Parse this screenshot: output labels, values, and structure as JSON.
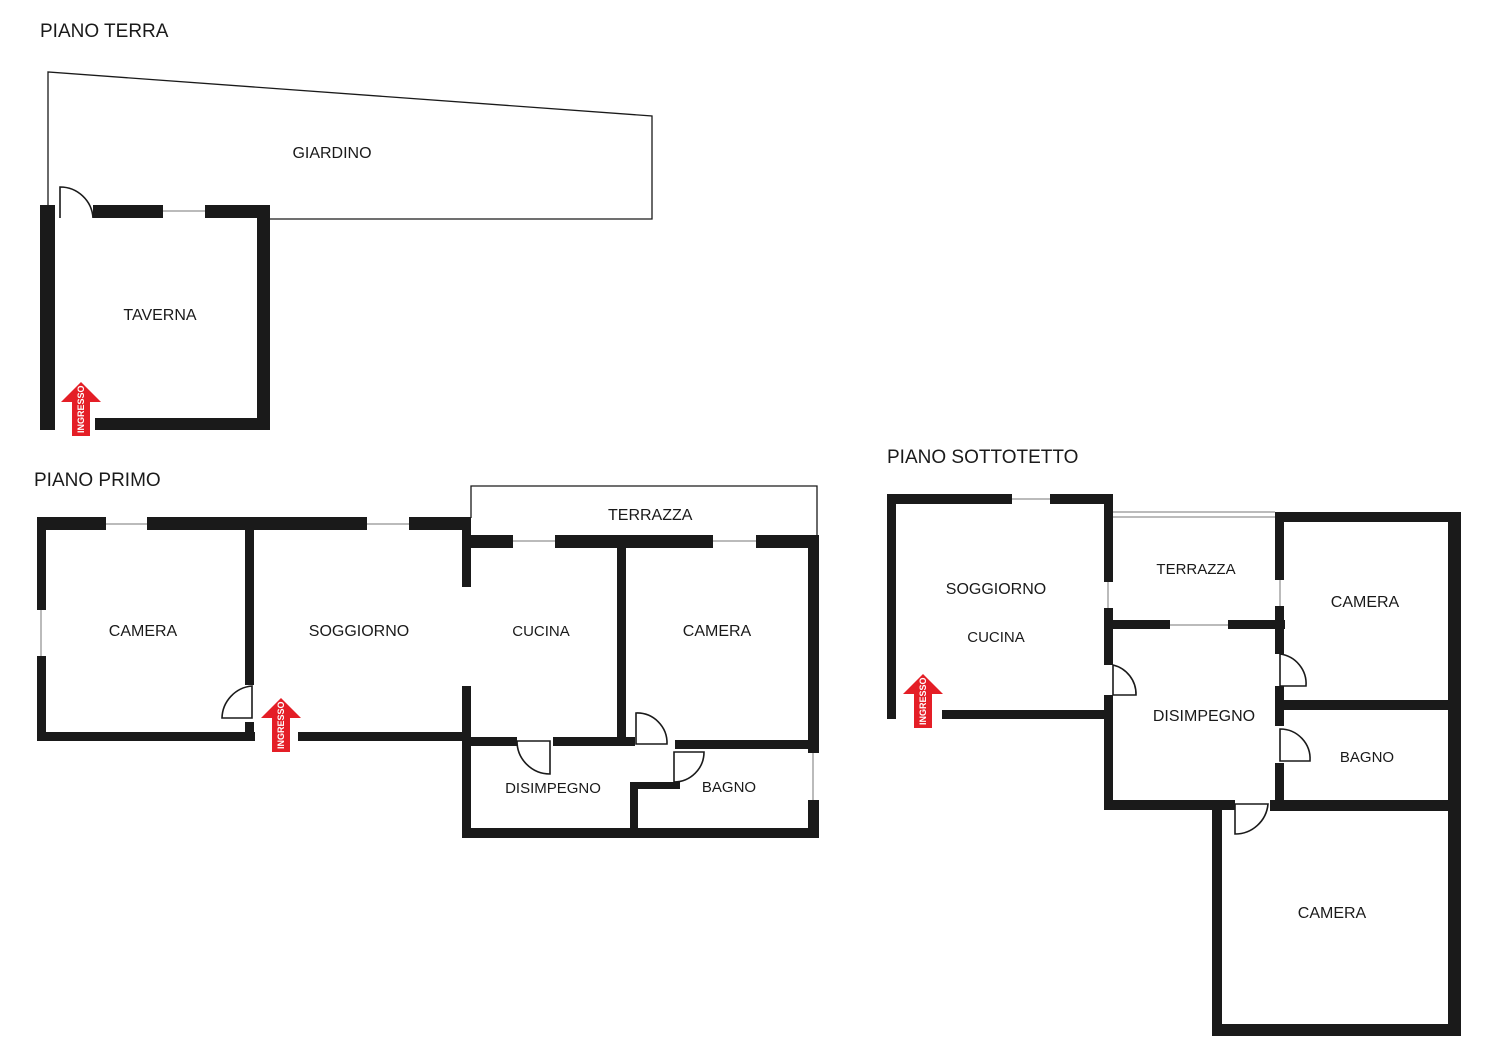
{
  "floors": {
    "terra": {
      "title": "PIANO TERRA",
      "rooms": {
        "giardino": "GIARDINO",
        "taverna": "TAVERNA"
      },
      "entrance": "INGRESSO"
    },
    "primo": {
      "title": "PIANO PRIMO",
      "rooms": {
        "terrazza": "TERRAZZA",
        "camera_1": "CAMERA",
        "soggiorno": "SOGGIORNO",
        "cucina": "CUCINA",
        "camera_2": "CAMERA",
        "disimpegno": "DISIMPEGNO",
        "bagno": "BAGNO"
      },
      "entrance": "INGRESSO"
    },
    "sottotetto": {
      "title": "PIANO SOTTOTETTO",
      "rooms": {
        "soggiorno": "SOGGIORNO",
        "cucina": "CUCINA",
        "terrazza": "TERRAZZA",
        "camera_1": "CAMERA",
        "disimpegno": "DISIMPEGNO",
        "bagno": "BAGNO",
        "camera_2": "CAMERA"
      },
      "entrance": "INGRESSO"
    }
  },
  "colors": {
    "wall": "#1a1a1a",
    "entrance_arrow": "#e41e26",
    "background": "#ffffff"
  }
}
